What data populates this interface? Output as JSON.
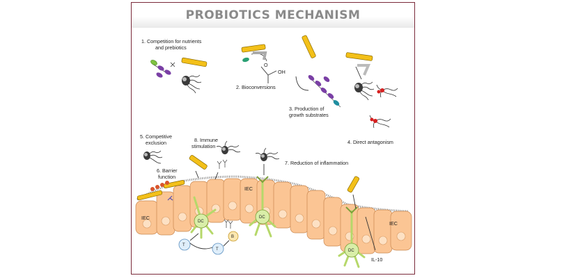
{
  "title": "PROBIOTICS MECHANISM",
  "labels": {
    "m1_line1": "1. Competition for nutrients",
    "m1_line2": "and prebiotics",
    "m2": "2. Bioconversions",
    "m3_line1": "3. Production of",
    "m3_line2": "growth substrates",
    "m4": "4. Direct antagonism",
    "m5_line1": "5. Competitive",
    "m5_line2": "exclusion",
    "m6_line1": "6. Barrier",
    "m6_line2": "function",
    "m7": "7. Reduction of inflammation",
    "m8_line1": "8. Immune",
    "m8_line2": "stimulation",
    "o_label": "O",
    "oh_label": "OH",
    "iec_left": "IEC",
    "iec_mid": "IEC",
    "iec_right": "IEC",
    "dc_1": "DC",
    "dc_2": "DC",
    "dc_3": "DC",
    "treg_1": "T",
    "treg_2": "T",
    "b_cell": "B",
    "il10": "IL-10"
  },
  "colors": {
    "frame": "#7a2a3a",
    "title": "#8a8a8a",
    "probiotic": "#f3c019",
    "epithelium": "#fbc594",
    "dendritic": "#d9eea8",
    "oligosaccharide_purple": "#7a3fa5",
    "oligosaccharide_teal": "#1f8ea0",
    "antagonism_red": "#d62020"
  }
}
